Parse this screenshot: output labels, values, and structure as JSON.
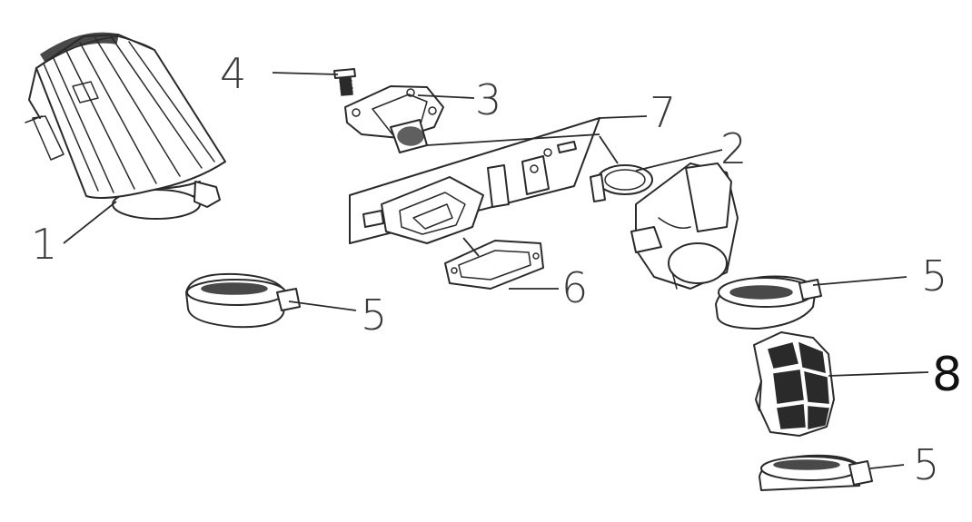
{
  "diagram": {
    "callouts": [
      {
        "id": "air-filter",
        "label": "1"
      },
      {
        "id": "carburetor",
        "label": "2"
      },
      {
        "id": "intake-flange",
        "label": "3"
      },
      {
        "id": "screw",
        "label": "4"
      },
      {
        "id": "hose-clamp-left",
        "label": "5"
      },
      {
        "id": "hose-clamp-right",
        "label": "5"
      },
      {
        "id": "hose-clamp-bottom",
        "label": "5"
      },
      {
        "id": "gasket",
        "label": "6"
      },
      {
        "id": "reed-valve-kit",
        "label": "7"
      },
      {
        "id": "intake-manifold",
        "label": "8"
      }
    ]
  }
}
